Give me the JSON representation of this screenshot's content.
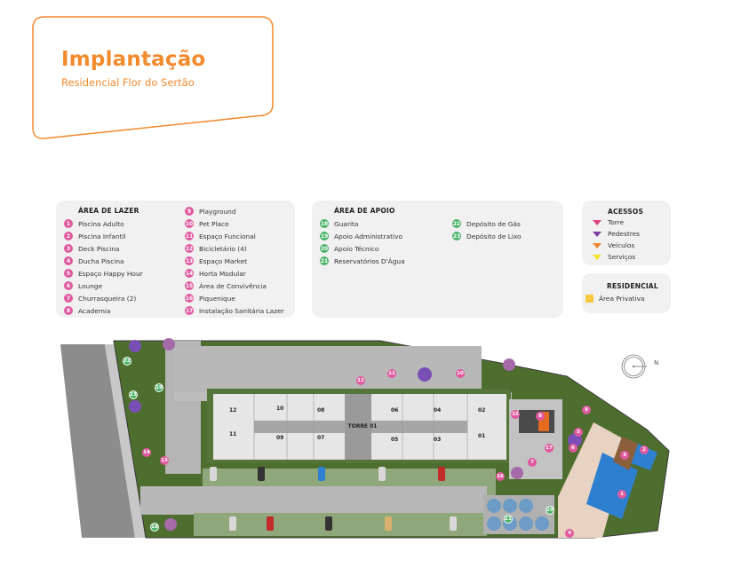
{
  "header": {
    "title": "Implantação",
    "subtitle": "Residencial Flor do Sertão",
    "accent_color": "#f28a2e"
  },
  "legend": {
    "lazer": {
      "heading": "ÁREA DE LAZER",
      "badge_color": "#e05aa0",
      "items": [
        {
          "num": "1",
          "label": "Piscina Adulto"
        },
        {
          "num": "2",
          "label": "Piscina Infantil"
        },
        {
          "num": "3",
          "label": "Deck Piscina"
        },
        {
          "num": "4",
          "label": "Ducha Piscina"
        },
        {
          "num": "5",
          "label": "Espaço Happy Hour"
        },
        {
          "num": "6",
          "label": "Lounge"
        },
        {
          "num": "7",
          "label": "Churrasqueira (2)"
        },
        {
          "num": "8",
          "label": "Academia"
        },
        {
          "num": "9",
          "label": "Playground"
        },
        {
          "num": "10",
          "label": "Pet Place"
        },
        {
          "num": "11",
          "label": "Espaço Funcional"
        },
        {
          "num": "12",
          "label": "Bicicletário (4)"
        },
        {
          "num": "13",
          "label": "Espaço Market"
        },
        {
          "num": "14",
          "label": "Horta Modular"
        },
        {
          "num": "15",
          "label": "Área de Convivência"
        },
        {
          "num": "16",
          "label": "Piquenique"
        },
        {
          "num": "17",
          "label": "Instalação Sanitária Lazer"
        }
      ]
    },
    "apoio": {
      "heading": "ÁREA DE APOIO",
      "badge_color": "#4cb36a",
      "items": [
        {
          "num": "18",
          "label": "Guarita"
        },
        {
          "num": "19",
          "label": "Apoio Administrativo"
        },
        {
          "num": "20",
          "label": "Apoio Técnico"
        },
        {
          "num": "21",
          "label": "Reservatórios D'Água"
        },
        {
          "num": "22",
          "label": "Depósito de Gás"
        },
        {
          "num": "23",
          "label": "Depósito de Lixo"
        }
      ]
    },
    "acessos": {
      "heading": "ACESSOS",
      "items": [
        {
          "label": "Torre",
          "color": "#e0457f"
        },
        {
          "label": "Pedestres",
          "color": "#7b3fa0"
        },
        {
          "label": "Veículos",
          "color": "#f0892a"
        },
        {
          "label": "Serviços",
          "color": "#f5e12a"
        }
      ]
    },
    "residencial": {
      "heading": "RESIDENCIAL",
      "items": [
        {
          "label": "Área Privativa",
          "color": "#f5c842"
        }
      ]
    }
  },
  "siteplan": {
    "tower_label": "TORRE 01",
    "compass_label": "N",
    "units_top": [
      "12",
      "10",
      "08",
      "06",
      "04",
      "02"
    ],
    "units_bottom": [
      "11",
      "09",
      "07",
      "05",
      "03",
      "01"
    ],
    "colors": {
      "street": "#8c8c8c",
      "sidewalk": "#c8c8c8",
      "grass": "#4d6e2e",
      "paving": "#b5b5b5",
      "building": "#e6e6e6",
      "corridor": "#a6a6a6",
      "pool": "#2f7fd0",
      "deck": "#e8d3c2",
      "tank": "#6d9cc7"
    }
  }
}
